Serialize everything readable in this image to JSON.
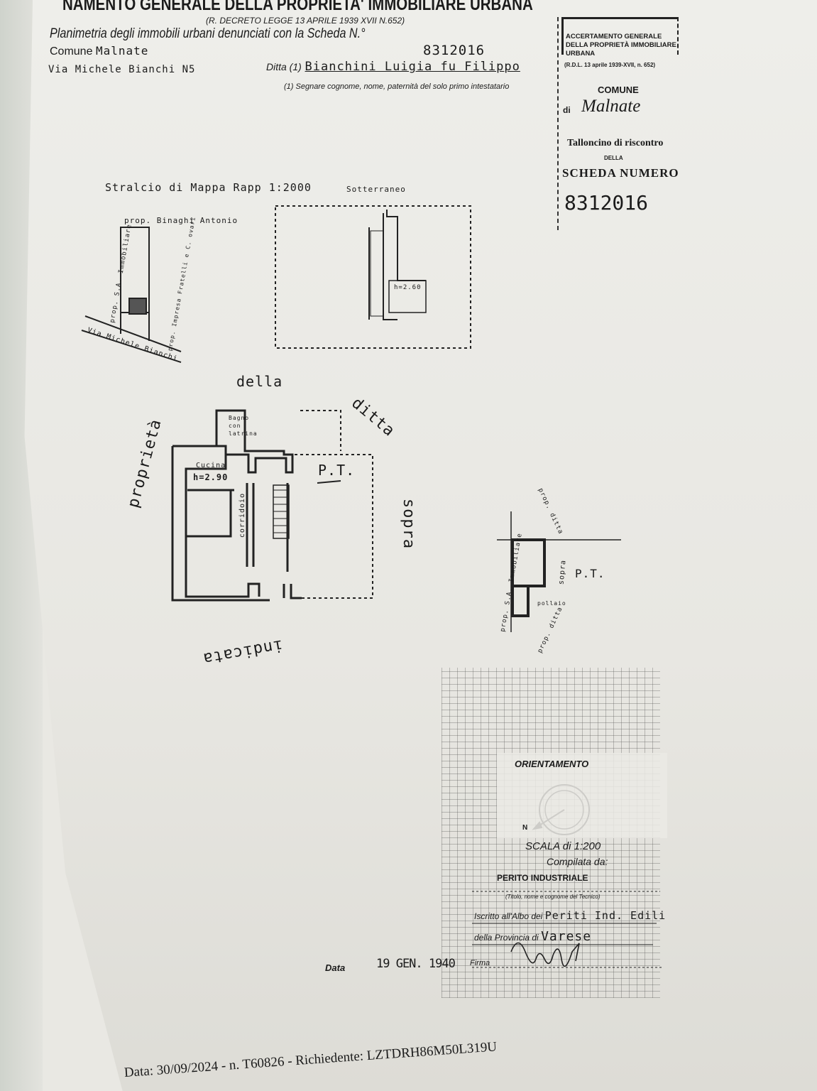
{
  "header": {
    "title": "NAMENTO GENERALE DELLA PROPRIETA' IMMOBILIARE URBANA",
    "decree": "(R. DECRETO LEGGE 13 APRILE 1939 XVII N.652)",
    "planimetria_label": "Planimetria degli immobili urbani denunciati con la Scheda N.°",
    "scheda_number": "8312016",
    "comune_label": "Comune",
    "comune_value": "Malnate",
    "via_value": "Via Michele Bianchi N5",
    "ditta_label": "Ditta (1)",
    "ditta_value": "Bianchini Luigia fu Filippo",
    "footnote": "(1) Segnare cognome, nome, paternità del solo primo intestatario"
  },
  "stub": {
    "heading": "ACCERTAMENTO GENERALE DELLA PROPRIETÀ IMMOBILIARE URBANA",
    "decree": "(R.D.L. 13 aprile 1939-XVII, n. 652)",
    "comune_label": "COMUNE",
    "di_label": "di",
    "comune_value": "Malnate",
    "talloncino": "Talloncino di riscontro",
    "della": "DELLA",
    "scheda_label": "SCHEDA NUMERO",
    "scheda_number": "8312016"
  },
  "map_extract": {
    "title": "Stralcio di Mappa Rapp 1:2000",
    "north_owner": "prop. Binaghi Antonio",
    "west_owner": "prop. S.A. Immobiliare",
    "east_owner": "prop. Impresa Fratelli e C. ovari",
    "street": "Via Michele Bianchi"
  },
  "basement": {
    "title": "Sotterraneo",
    "height": "h=2.60"
  },
  "ground_floor": {
    "level": "P.T.",
    "bathroom": "Bagno con latrina",
    "kitchen": "Cucina",
    "kitchen_height": "h=2.90",
    "corridor": "corridoio",
    "annotation_words": [
      "proprietà",
      "della",
      "ditta",
      "sopra",
      "indicata"
    ]
  },
  "side_plan": {
    "west_owner": "prop. S.A. Immobiliare",
    "north_owner": "prop. ditta",
    "level": "P.T.",
    "sopra": "sopra",
    "pollaio": "pollaio",
    "south_owner": "prop. ditta"
  },
  "legend": {
    "orientation": "ORIENTAMENTO",
    "north": "N",
    "scale": "SCALA di 1:200",
    "compiled_by": "Compilata da:",
    "title": "PERITO INDUSTRIALE",
    "title_hint": "(Titolo, nome e cognome del Tecnico)",
    "albo_label": "Iscritto all'Albo dei",
    "albo_value": "Periti Ind. Edili",
    "provincia_label": "della Provincia di",
    "provincia_value": "Varese",
    "date_label": "Data",
    "date_value": "19 GEN. 1940",
    "signature_label": "Firma"
  },
  "footer": {
    "text": "Data: 30/09/2024 - n. T60826 - Richiedente: LZTDRH86M50L319U"
  }
}
